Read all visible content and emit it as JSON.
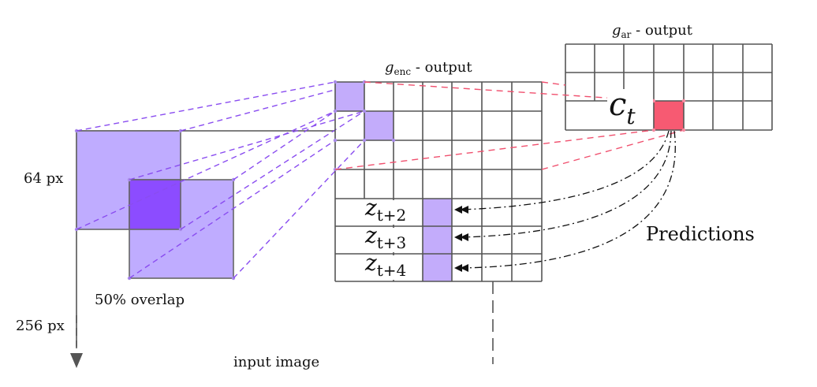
{
  "labels": {
    "size_64": "64 px",
    "size_256": "256 px",
    "overlap": "50% overlap",
    "input_image": "input image",
    "predictions": "Predictions",
    "ct_main": "c",
    "ct_sub": "t",
    "z_main": "z",
    "z_sub_1": "t+2",
    "z_sub_2": "t+3",
    "z_sub_3": "t+4",
    "genc_main": "g",
    "genc_sub": "enc",
    "genc_rest": " - output",
    "gar_main": "g",
    "gar_sub": "ar",
    "gar_rest": " - output"
  },
  "colors": {
    "patch_light": "#bfacff",
    "patch_dark": "#8c4cff",
    "cell_highlight": "#c3acfb",
    "ct_cell": "#f75a72",
    "purple_dash": "#8a4df0",
    "red_dash": "#f0506e"
  }
}
